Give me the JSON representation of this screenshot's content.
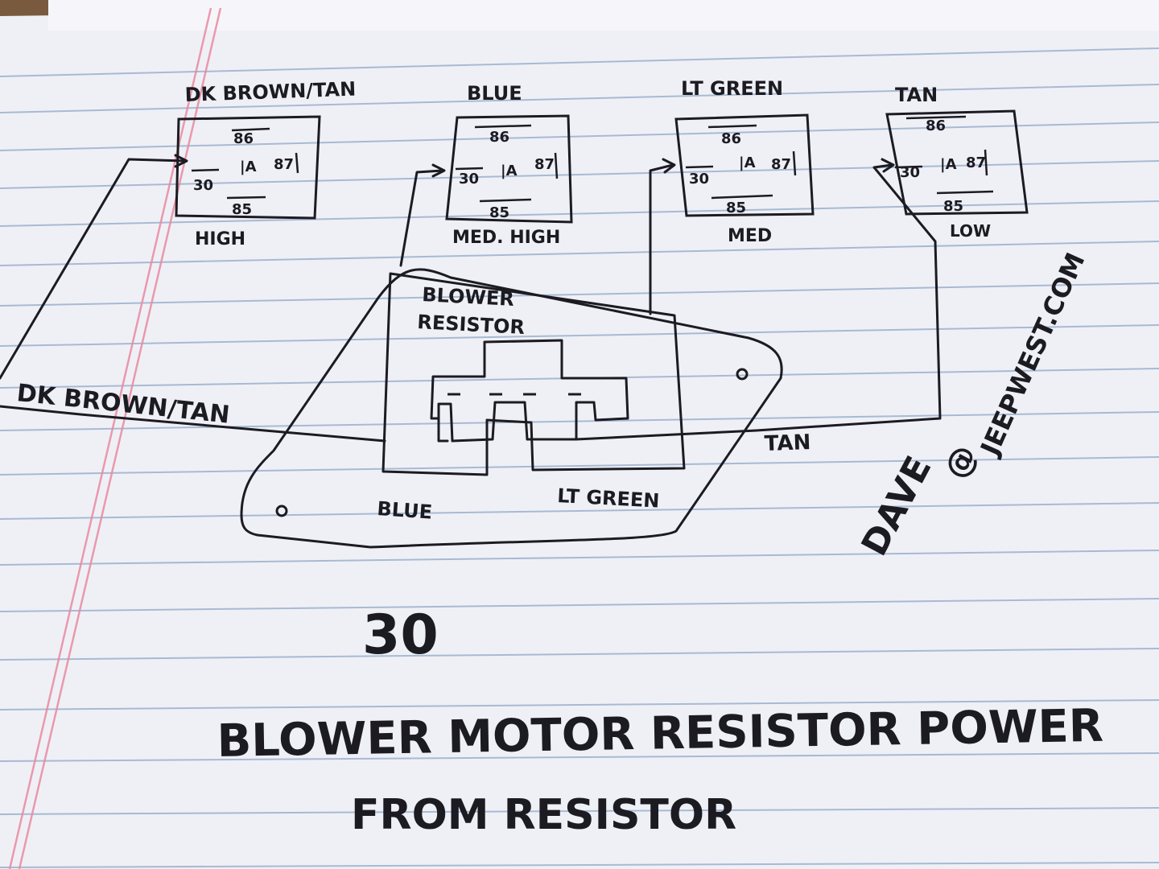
{
  "colors": {
    "paper": "#eff0f6",
    "rule_line": "#8fa8c8",
    "margin_line": "#e98aa0",
    "ink": "#1c1b22",
    "table": "#7a5a3e"
  },
  "relays": [
    {
      "wire_color": "DK BROWN/TAN",
      "speed": "HIGH",
      "pins": {
        "p86": "86",
        "p30": "30",
        "p87": "87",
        "p85": "85",
        "mid": "|A"
      }
    },
    {
      "wire_color": "BLUE",
      "speed": "MED. HIGH",
      "pins": {
        "p86": "86",
        "p30": "30",
        "p87": "87",
        "p85": "85",
        "mid": "|A"
      }
    },
    {
      "wire_color": "LT GREEN",
      "speed": "MED",
      "pins": {
        "p86": "86",
        "p30": "30",
        "p87": "87",
        "p85": "85",
        "mid": "|A"
      }
    },
    {
      "wire_color": "TAN",
      "speed": "LOW",
      "pins": {
        "p86": "86",
        "p30": "30",
        "p87": "87",
        "p85": "85",
        "mid": "|A"
      }
    }
  ],
  "resistor": {
    "label_line1": "BLOWER",
    "label_line2": "RESISTOR"
  },
  "wire_labels": {
    "dk_brown_tan": "DK BROWN/TAN",
    "tan": "TAN",
    "blue": "BLUE",
    "lt_green": "LT GREEN"
  },
  "pin_note": "30",
  "title_line1": "BLOWER MOTOR RESISTOR POWER",
  "title_line2": "FROM RESISTOR",
  "signature": {
    "name": "DAVE",
    "at": "@",
    "site": "JEEPWEST.COM"
  }
}
